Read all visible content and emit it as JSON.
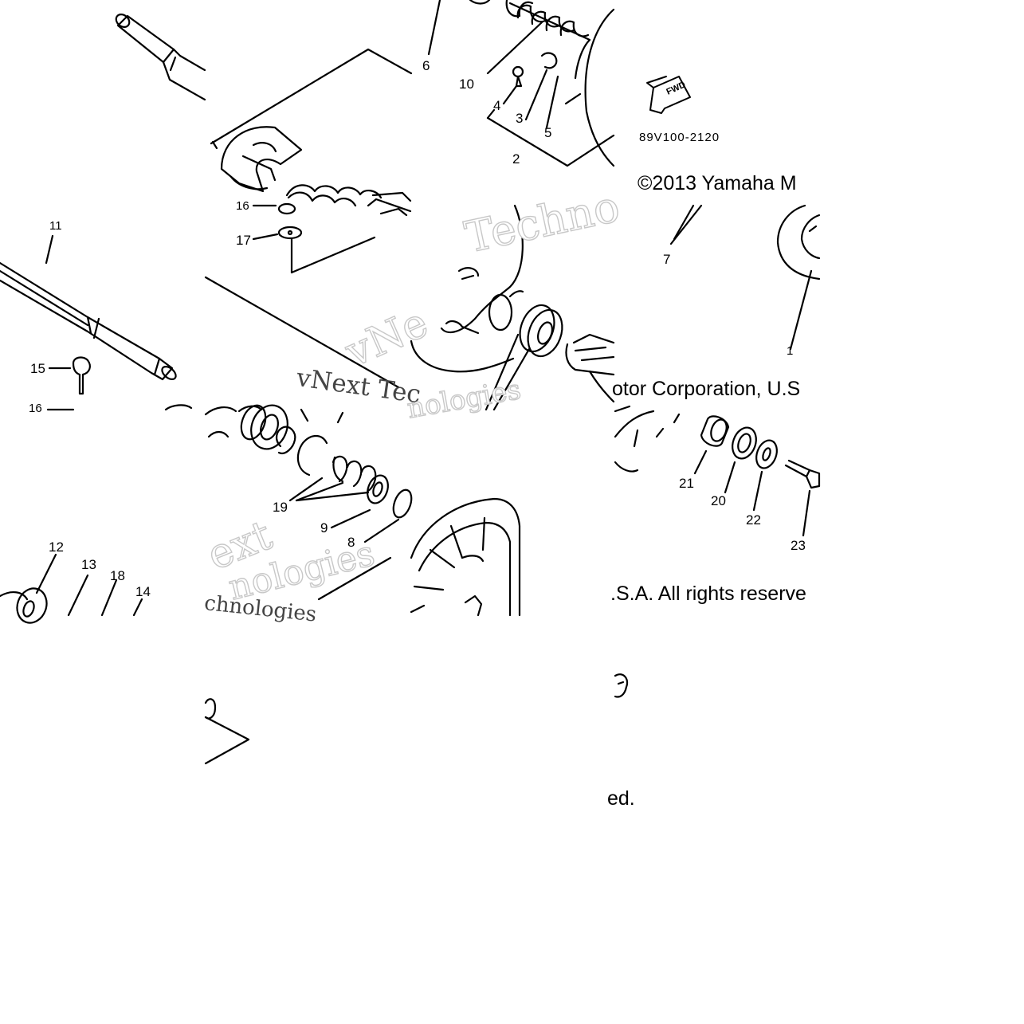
{
  "diagram": {
    "part_code": "89V100-2120",
    "direction_mark": "FWD",
    "copyright": {
      "line1": "©2013 Yamaha M",
      "line2": "otor Corporation, U.S",
      "line3": ".S.A. All rights reserve",
      "line4": "ed."
    },
    "watermarks": {
      "w1": "Techno",
      "w2": "vNext Tec",
      "w3": "vNe",
      "w4": "nologies",
      "w5": "ext",
      "w6": "nologies",
      "w7": "chnologies"
    },
    "callouts": {
      "c1": "1",
      "c2": "2",
      "c3": "3",
      "c4": "4",
      "c5": "5",
      "c6": "6",
      "c7": "7",
      "c8": "8",
      "c9": "9",
      "c10": "10",
      "c11": "11",
      "c12": "12",
      "c13": "13",
      "c14": "14",
      "c15": "15",
      "c16a": "16",
      "c16b": "16",
      "c17": "17",
      "c18": "18",
      "c19": "19",
      "c20": "20",
      "c21": "21",
      "c22": "22",
      "c23": "23"
    }
  }
}
